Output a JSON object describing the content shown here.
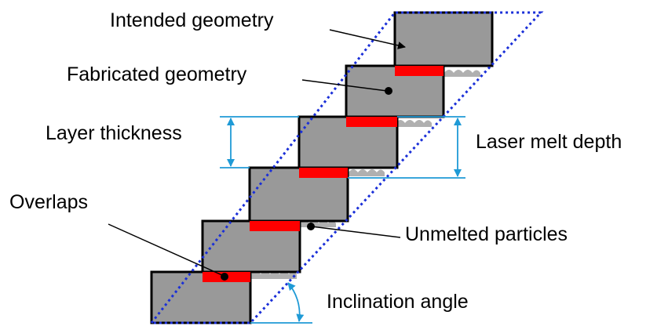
{
  "labels": {
    "intended_geometry": "Intended geometry",
    "fabricated_geometry": "Fabricated geometry",
    "layer_thickness": "Layer thickness",
    "laser_melt_depth": "Laser melt depth",
    "overlaps": "Overlaps",
    "unmelted_particles": "Unmelted particles",
    "inclination_angle": "Inclination angle"
  },
  "colors": {
    "layer_fill": "#999999",
    "layer_stroke": "#000000",
    "overlap": "#ff0000",
    "intended_outline": "#1a2fd8",
    "dimension": "#1f9ad6",
    "particles": "#b0b0b0"
  }
}
